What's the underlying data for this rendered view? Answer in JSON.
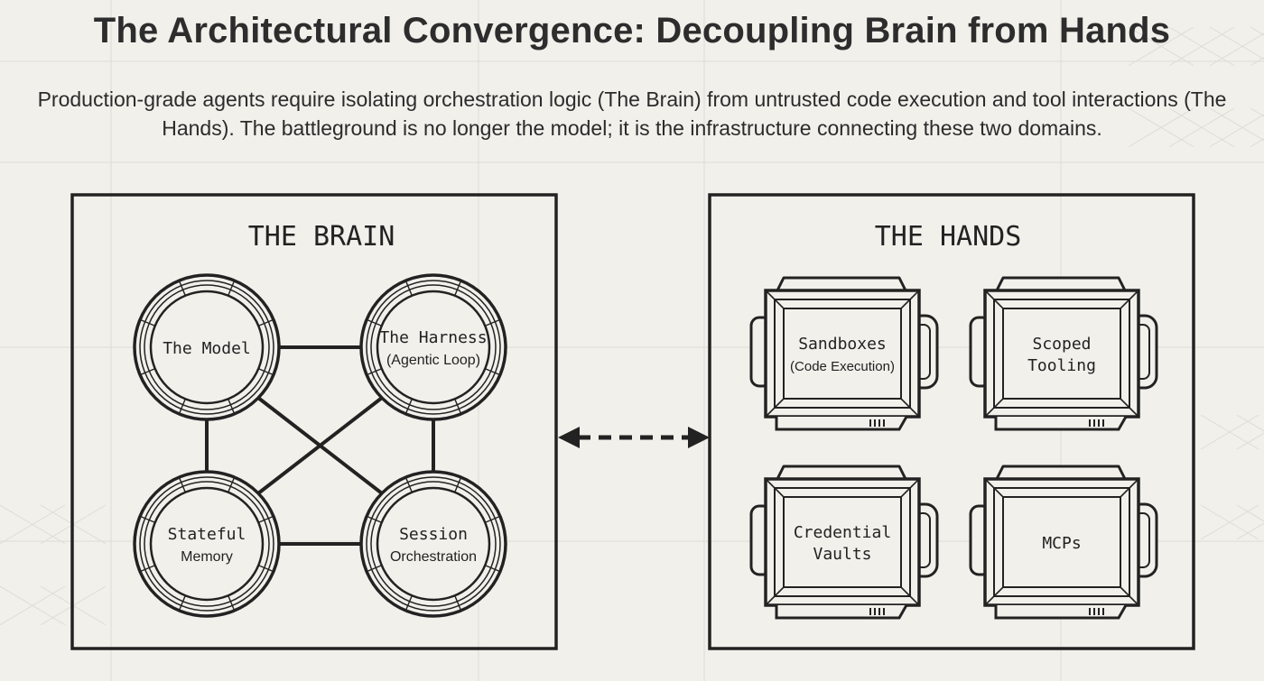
{
  "title": "The Architectural Convergence: Decoupling Brain from Hands",
  "subtitle": "Production-grade agents require isolating orchestration logic (The Brain) from untrusted code execution and tool interactions (The Hands). The battleground is no longer the model; it is the infrastructure connecting these two domains.",
  "brain": {
    "heading": "THE BRAIN",
    "nodes": [
      {
        "id": "model",
        "lines": [
          "The Model"
        ]
      },
      {
        "id": "harness",
        "lines": [
          "The Harness",
          "(Agentic Loop)"
        ]
      },
      {
        "id": "memory",
        "lines": [
          "Stateful",
          "Memory"
        ]
      },
      {
        "id": "session",
        "lines": [
          "Session",
          "Orchestration"
        ]
      }
    ]
  },
  "hands": {
    "heading": "THE HANDS",
    "modules": [
      {
        "id": "sandboxes",
        "lines": [
          "Sandboxes",
          "(Code Execution)"
        ]
      },
      {
        "id": "tooling",
        "lines": [
          "Scoped",
          "Tooling"
        ]
      },
      {
        "id": "vaults",
        "lines": [
          "Credential",
          "Vaults"
        ]
      },
      {
        "id": "mcps",
        "lines": [
          "MCPs"
        ]
      }
    ]
  },
  "colors": {
    "background": "#f1f0eb",
    "ink": "#222222",
    "grid": "#dddcd5"
  }
}
